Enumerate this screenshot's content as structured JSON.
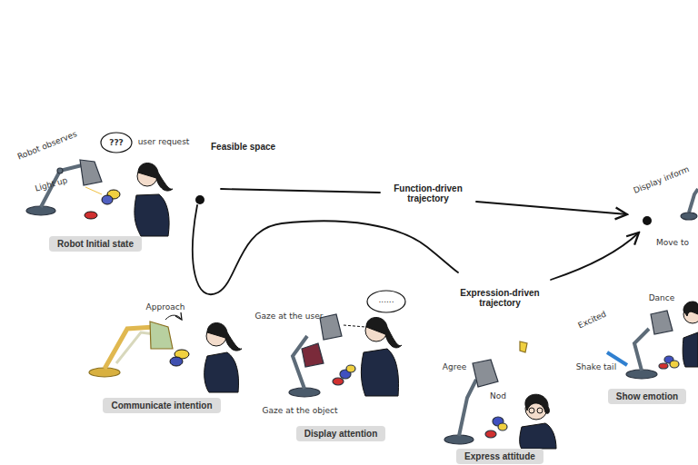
{
  "diagram": {
    "nodes": [
      {
        "text": [
          "Feasible space"
        ]
      },
      {
        "text": [
          "Robot Initial state"
        ]
      },
      {
        "text": [
          "Communicate intention"
        ]
      },
      {
        "text": [
          "Display attention"
        ]
      },
      {
        "text": [
          "Express attitude"
        ]
      },
      {
        "text": [
          "Show emotion"
        ]
      }
    ],
    "labels": [
      "Robot observes",
      "???",
      "user request",
      "Light up",
      "Function-driven trajectory",
      "Expression-driven trajectory",
      "Approach",
      "Gaze at the user",
      "......",
      "Gaze at the object",
      "Agree",
      "Nod",
      "Excited",
      "Dance",
      "Shake tail",
      "Display inform",
      "Move to"
    ]
  }
}
